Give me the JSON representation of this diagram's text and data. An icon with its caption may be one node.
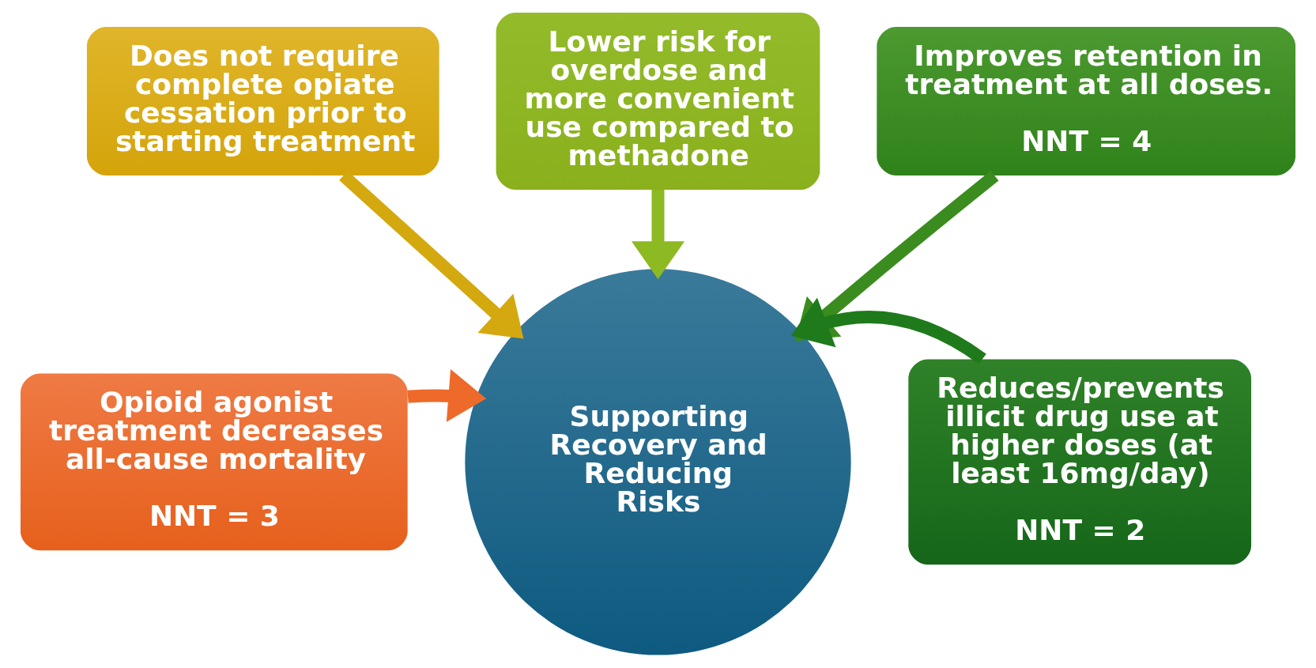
{
  "diagram": {
    "nodes": [
      {
        "text": [
          "Lower risk for overdose and more convenient use compared to methadone"
        ]
      },
      {
        "text": [
          "Does not require complete opiate cessation prior to starting treatment"
        ]
      },
      {
        "text": [
          "Improves retention in treatment at all doses.",
          "NNT = 4"
        ]
      },
      {
        "text": [
          "Opioid agonist treatment decreases all-cause mortality",
          "NNT = 3"
        ]
      },
      {
        "text": [
          "Supporting Recovery and Reducing Risks"
        ]
      },
      {
        "text": [
          "Reduces/prevents illicit drug use at higher doses (at least 16mg/day)",
          "NNT = 2"
        ]
      }
    ],
    "edges": [
      {
        "from": 1,
        "to": 4,
        "arrow": "to",
        "color": "#d4a80f"
      },
      {
        "from": 0,
        "to": 4,
        "arrow": "to",
        "color": "#8db922"
      },
      {
        "from": 2,
        "to": 4,
        "arrow": "to",
        "color": "#3a8c1e"
      },
      {
        "from": 3,
        "to": 4,
        "arrow": "to",
        "color": "#ee6a2a"
      },
      {
        "from": 5,
        "to": 4,
        "arrow": "to",
        "color": "#1f7a1c"
      }
    ]
  }
}
